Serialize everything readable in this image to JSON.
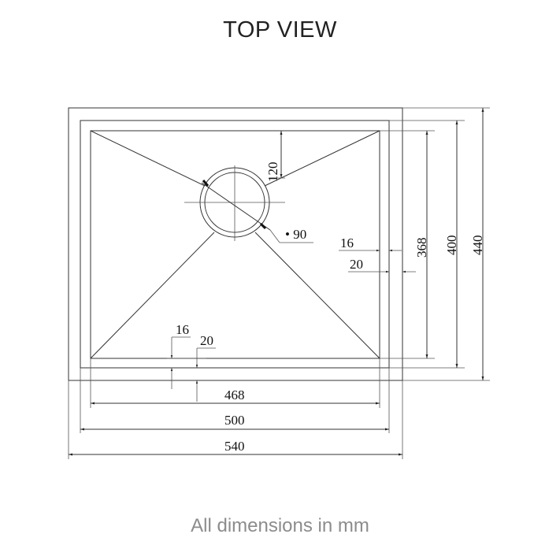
{
  "header": {
    "title": "TOP VIEW"
  },
  "footer": {
    "note": "All dimensions in mm"
  },
  "dimensions": {
    "outer_width": "540",
    "mid_width": "500",
    "inner_width": "468",
    "outer_height": "440",
    "mid_height": "400",
    "inner_height": "368",
    "drain_offset": "120",
    "drain_diameter": "• 90",
    "side_gap_inner": "16",
    "side_gap_outer": "20",
    "bottom_gap_inner": "16",
    "bottom_gap_outer": "20"
  },
  "colors": {
    "line": "#333333",
    "title": "#222222",
    "footer": "#8c8c8c"
  }
}
